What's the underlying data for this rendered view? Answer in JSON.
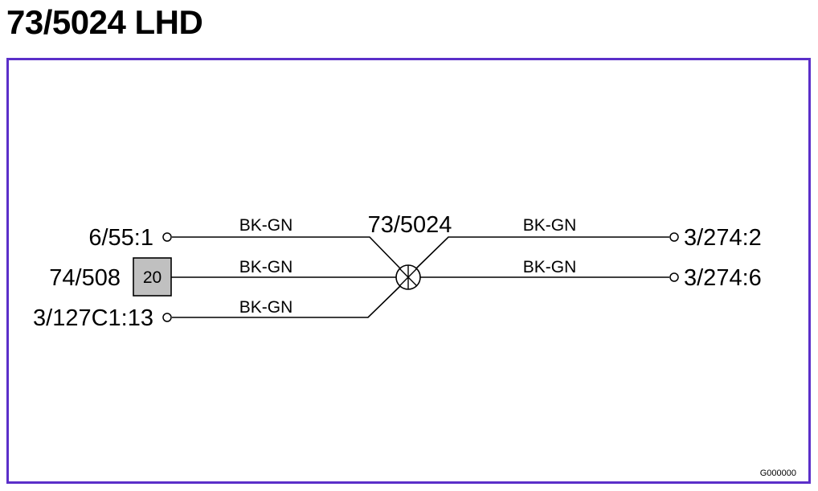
{
  "page": {
    "title": "73/5024 LHD",
    "frame_color": "#5b2fc9"
  },
  "diagram": {
    "splice": {
      "label": "73/5024"
    },
    "left": {
      "top_connector": "6/55:1",
      "middle_connector": "74/508",
      "middle_pin": "20",
      "bottom_connector": "3/127C1:13"
    },
    "right": {
      "top_connector": "3/274:2",
      "bottom_connector": "3/274:6"
    },
    "wires": {
      "left_top": "BK-GN",
      "left_middle": "BK-GN",
      "left_bottom": "BK-GN",
      "right_top": "BK-GN",
      "right_bottom": "BK-GN"
    },
    "reference_code": "G000000"
  }
}
